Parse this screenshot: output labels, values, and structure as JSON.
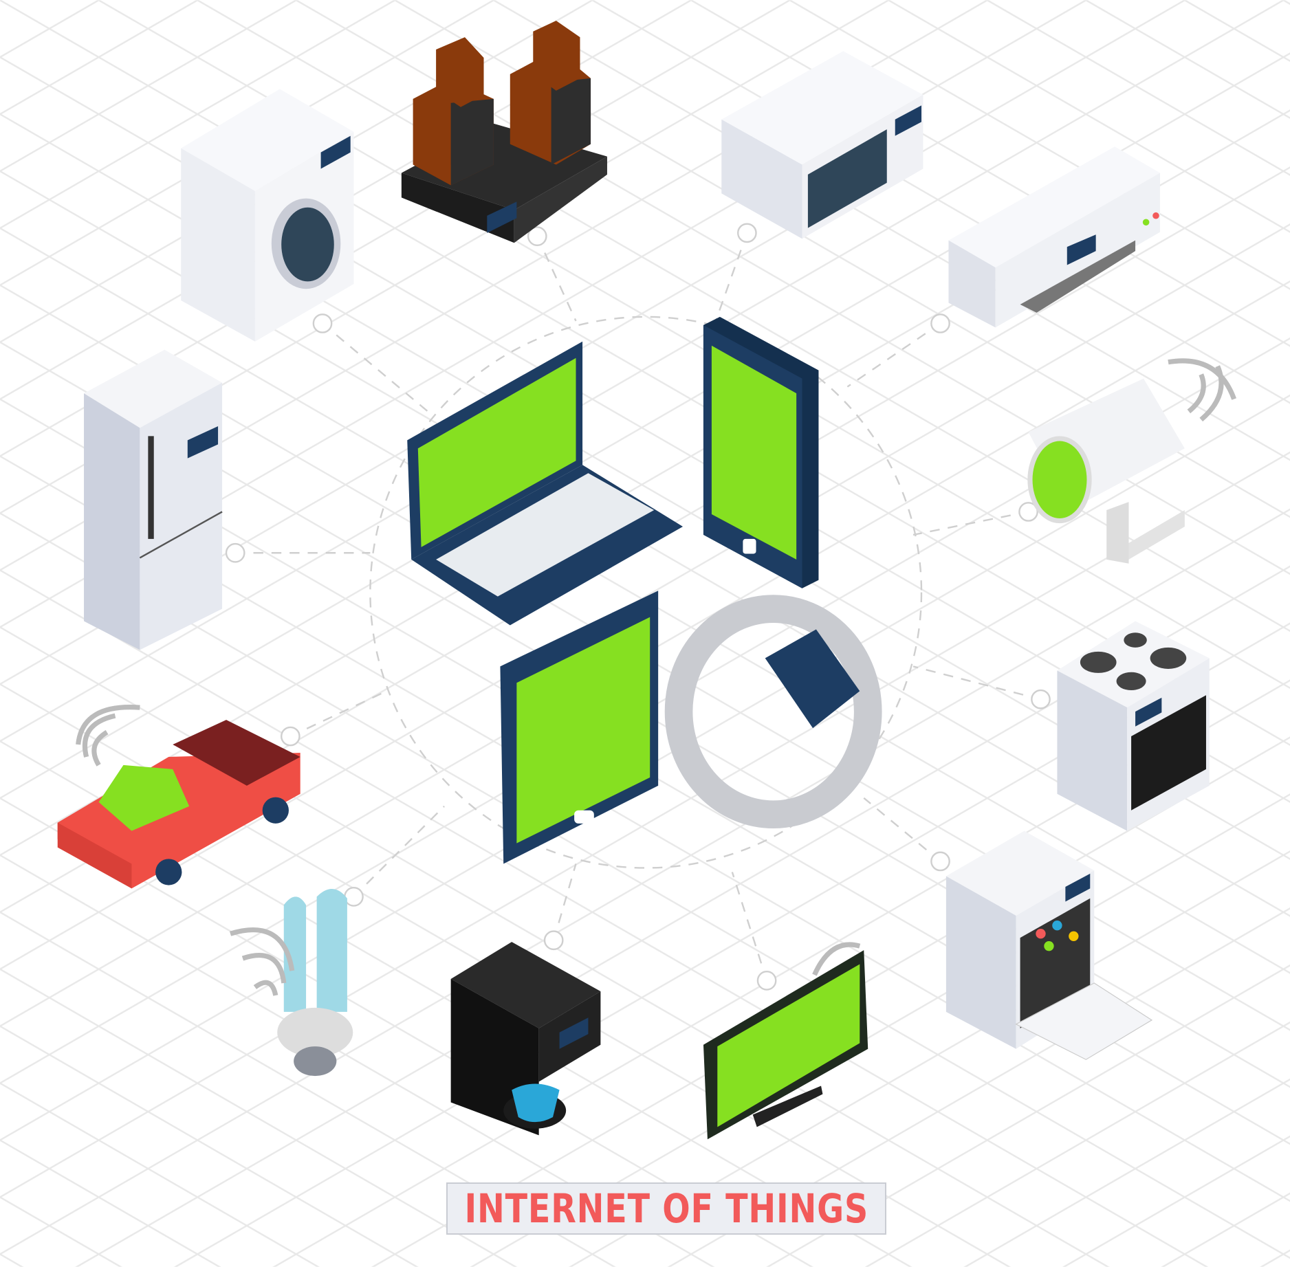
{
  "title": "INTERNET OF THINGS",
  "colors": {
    "accent_green": "#86e021",
    "navy": "#1d3d63",
    "title_red": "#f25a5a",
    "appliance_white": "#e8eaf2",
    "grid": "#e6e6e6"
  },
  "devices": [
    "washing-machine",
    "speakers",
    "microwave",
    "air-conditioner",
    "refrigerator",
    "security-camera",
    "pickup-truck",
    "stove",
    "light-bulb",
    "coffee-maker",
    "tv",
    "dishwasher",
    "laptop",
    "smartphone",
    "tablet",
    "smart-bracelet"
  ]
}
